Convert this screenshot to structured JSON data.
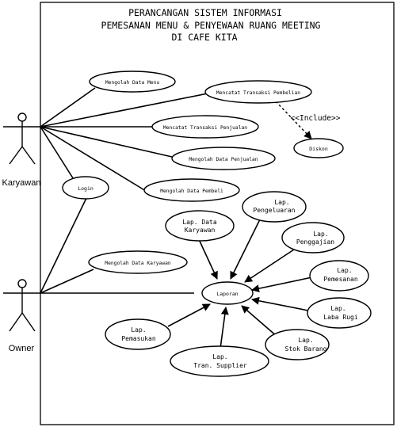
{
  "title_lines": [
    "PERANCANGAN SISTEM INFORMASI",
    "PEMESANAN MENU & PENYEWAAN RUANG MEETING",
    "DI CAFE KITA"
  ],
  "actors": {
    "karyawan": "Karyawan",
    "owner": "Owner"
  },
  "use_cases": {
    "mengolah_data_menu": "Mengolah Data Menu",
    "mencatat_transaksi_pembelian": "Mencatat Transaksi Pembelian",
    "mencatat_transaksi_penjualan": "Mencatat Transaksi Penjualan",
    "diskon": "Diskon",
    "mengolah_data_penjualan": "Mengolah Data Penjualan",
    "login": "Login",
    "mengolah_data_pembeli": "Mengolah Data Pembeli",
    "mengolah_data_karyawan": "Mengolah Data Karyawan",
    "laporan": "Laporan",
    "lap_data_karyawan": [
      "Lap. Data",
      "Karyawan"
    ],
    "lap_pengeluaran": [
      "Lap.",
      "Pengeluaran"
    ],
    "lap_penggajian": [
      "Lap.",
      "Penggajian"
    ],
    "lap_pemesanan": [
      "Lap.",
      "Pemesanan"
    ],
    "lap_laba_rugi": [
      "Lap.",
      "Laba Rugi"
    ],
    "lap_stok_barang": [
      "Lap.",
      "Stok Barang"
    ],
    "lap_tran_supplier": [
      "Lap.",
      "Tran. Supplier"
    ],
    "lap_pemasukan": [
      "Lap.",
      "Pemasukan"
    ]
  },
  "include_label": "<<Include>>"
}
